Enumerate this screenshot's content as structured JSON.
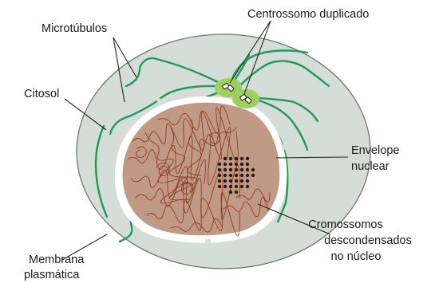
{
  "labels": {
    "microtubulos": "Microtúbulos",
    "centrossomo": "Centrossomo duplicado",
    "citosol": "Citosol",
    "envelope_1": "Envelope",
    "envelope_2": "nuclear",
    "cromossomos_1": "Cromossomos",
    "cromossomos_2": "descondensados",
    "cromossomos_3": "no núcleo",
    "membrana_1": "Membrana",
    "membrana_2": "plasmática"
  },
  "colors": {
    "cytosol": "#d5ddd9",
    "membrane": "#6f7775",
    "nucleus": "#c19a86",
    "envelope": "#ffffff",
    "microtubule": "#1f9a5a",
    "centrosome": "#9ccf5c",
    "chromatin": "#8a3c22",
    "nucleolus": "#2a1a14"
  }
}
